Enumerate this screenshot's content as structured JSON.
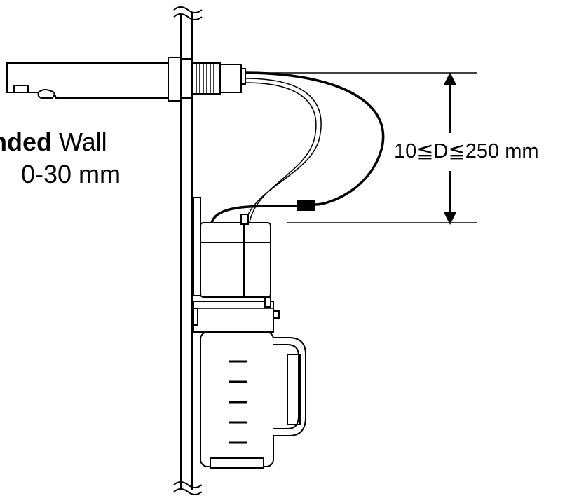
{
  "wall_label": {
    "bold": "nded",
    "rest": " Wall",
    "thickness": "0-30 mm"
  },
  "dimension_label": "10≦D≦250 mm",
  "colors": {
    "line": "#000000",
    "background": "#ffffff"
  }
}
